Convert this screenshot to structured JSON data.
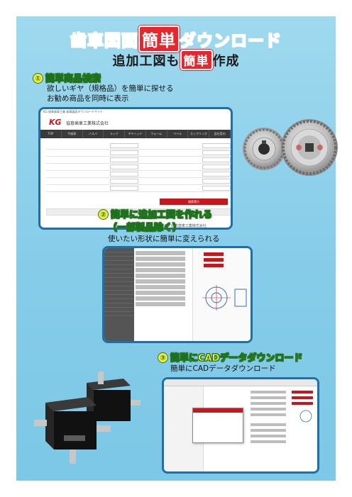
{
  "title": {
    "main_prefix": "歯車図面",
    "main_highlight": "簡単",
    "main_suffix": "ダウンロード",
    "sub_prefix": "追加工図も",
    "sub_highlight": "簡単",
    "sub_suffix": "作成"
  },
  "sections": [
    {
      "number": "①",
      "heading": "簡単商品検索",
      "desc_lines": [
        "欲しいギヤ（規格品）を簡単に探せる",
        "お勧め商品を同時に表示"
      ]
    },
    {
      "number": "②",
      "heading": "簡単に追加工図を作れる",
      "heading2": "（一部製品除く）",
      "desc_lines": [
        "使いたい形状に簡単に変えられる"
      ]
    },
    {
      "number": "③",
      "heading": "簡単にCADデータダウンロード",
      "desc_lines": [
        "簡単にCADデータダウンロード"
      ]
    }
  ],
  "screenshot1": {
    "logo": "KG",
    "company": "協育歯車工業株式会社",
    "nav": [
      "TOP",
      "平歯車",
      "ハスバ",
      "ラック",
      "ギヤヘッド",
      "ウォーム",
      "ベベル",
      "カップリング",
      "会社案内"
    ],
    "footer": "KG 協育歯車工業株式会社",
    "search_button": "検索実行"
  },
  "colors": {
    "brand_red": "#e6282e",
    "frame_blue": "#85cce9",
    "card_border": "#1f6fa8",
    "heading_yellow": "#f6ec3a",
    "heading_green": "#2c7a2c"
  }
}
